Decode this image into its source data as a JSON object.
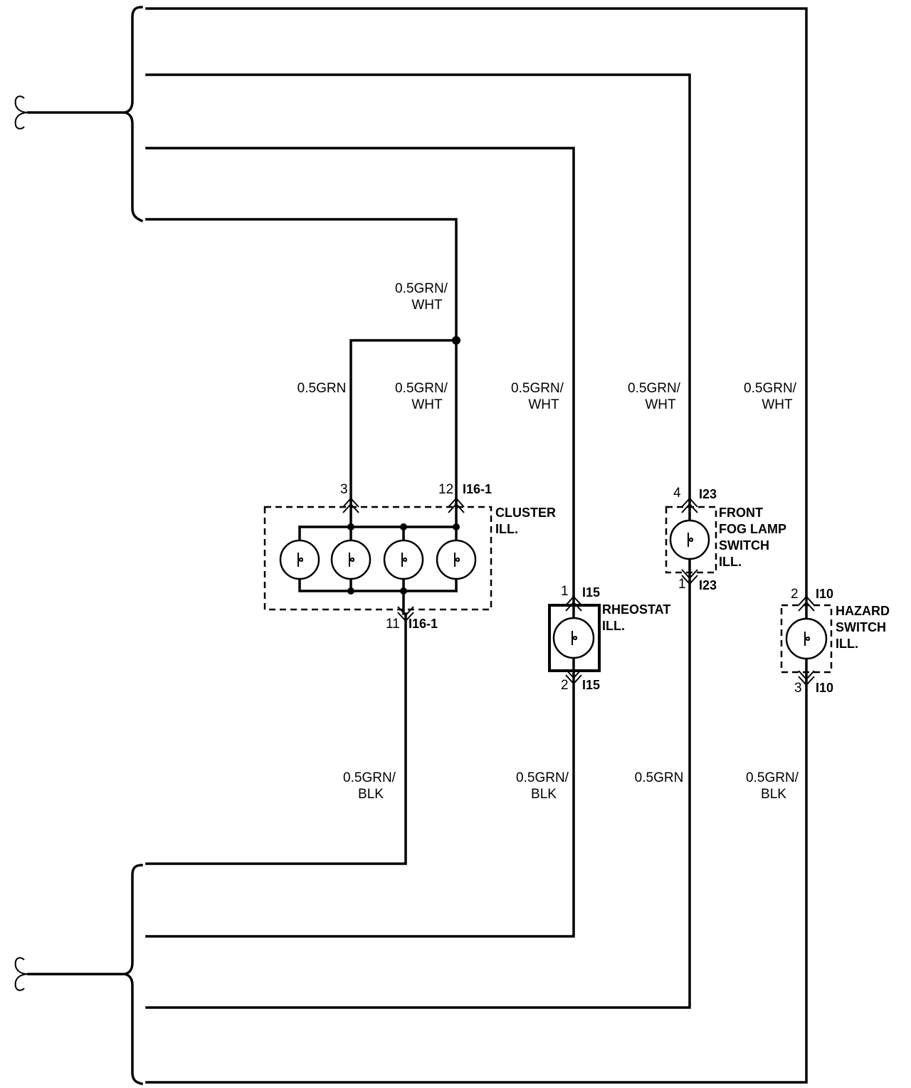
{
  "wire_labels": {
    "cluster_feed": [
      "0.5GRN/",
      "WHT"
    ],
    "cluster_left": [
      "0.5GRN"
    ],
    "cluster_right": [
      "0.5GRN/",
      "WHT"
    ],
    "rheostat_in": [
      "0.5GRN/",
      "WHT"
    ],
    "fog_in": [
      "0.5GRN/",
      "WHT"
    ],
    "hazard_in": [
      "0.5GRN/",
      "WHT"
    ],
    "cluster_out": [
      "0.5GRN/",
      "BLK"
    ],
    "rheostat_out": [
      "0.5GRN/",
      "BLK"
    ],
    "fog_out": [
      "0.5GRN"
    ],
    "hazard_out": [
      "0.5GRN/",
      "BLK"
    ]
  },
  "components": {
    "cluster": {
      "name": [
        "CLUSTER",
        "ILL."
      ],
      "pin_a": "3",
      "pin_b": "12",
      "pin_out": "11",
      "connector_top": "I16-1",
      "connector_bottom": "I16-1"
    },
    "rheostat": {
      "name": [
        "RHEOSTAT",
        "ILL."
      ],
      "pin_in": "1",
      "pin_out": "2",
      "connector_top": "I15",
      "connector_bottom": "I15"
    },
    "fog": {
      "name": [
        "FRONT",
        "FOG LAMP",
        "SWITCH",
        "ILL."
      ],
      "pin_in": "4",
      "pin_out": "1",
      "connector_top": "I23",
      "connector_bottom": "I23"
    },
    "hazard": {
      "name": [
        "HAZARD",
        "SWITCH",
        "ILL."
      ],
      "pin_in": "2",
      "pin_out": "3",
      "connector_top": "I10",
      "connector_bottom": "I10"
    }
  }
}
